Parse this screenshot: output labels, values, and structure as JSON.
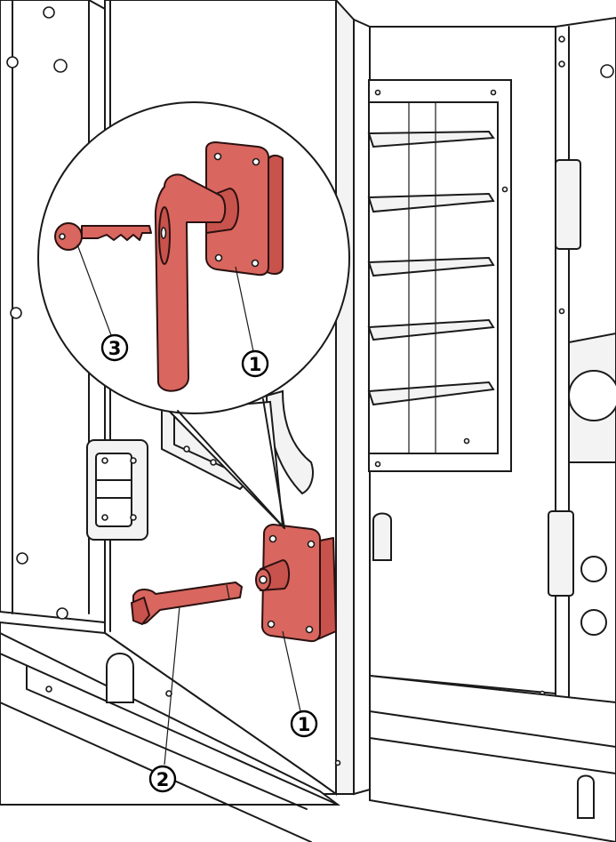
{
  "callouts": {
    "door_lock_top": "1",
    "door_lock_bottom": "1",
    "handle_tool": "2",
    "key": "3"
  },
  "colors": {
    "highlight": "#d9665f",
    "line": "#1a1a1a",
    "background": "#ffffff"
  },
  "icons": {
    "key": "key-icon",
    "handle": "lever-handle-icon",
    "lock_body": "lock-housing-icon",
    "louver": "louver-grille-icon"
  }
}
